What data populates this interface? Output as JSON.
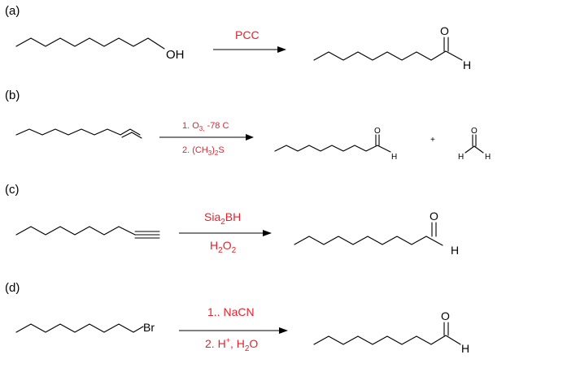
{
  "reactions": [
    {
      "label": "(a)",
      "reactant_text": "OH",
      "reagent_line1": "PCC",
      "product_o": "O",
      "product_h": "H"
    },
    {
      "label": "(b)",
      "reagent_line1_main": "1. O",
      "reagent_line1_sub": "3,",
      "reagent_line1_rest": " -78 C",
      "reagent_line2_main": "2. (CH",
      "reagent_line2_sub": "3",
      "reagent_line2_rest": ")",
      "reagent_line2_sub2": "2",
      "reagent_line2_end": "S",
      "product_o": "O",
      "product_h": "H",
      "plus": "+",
      "formaldehyde_o": "O",
      "formaldehyde_h1": "H",
      "formaldehyde_h2": "H"
    },
    {
      "label": "(c)",
      "reagent_line1_main": "Sia",
      "reagent_line1_sub": "2",
      "reagent_line1_rest": "BH",
      "reagent_line2_main": "H",
      "reagent_line2_sub": "2",
      "reagent_line2_mid": "O",
      "reagent_line2_sub2": "2",
      "product_o": "O",
      "product_h": "H"
    },
    {
      "label": "(d)",
      "reactant_text": "Br",
      "reagent_line1": "1.. NaCN",
      "reagent_line2_main": "2. H",
      "reagent_line2_sup": "+",
      "reagent_line2_mid": ", H",
      "reagent_line2_sub": "2",
      "reagent_line2_end": "O",
      "product_o": "O",
      "product_h": "H"
    }
  ]
}
